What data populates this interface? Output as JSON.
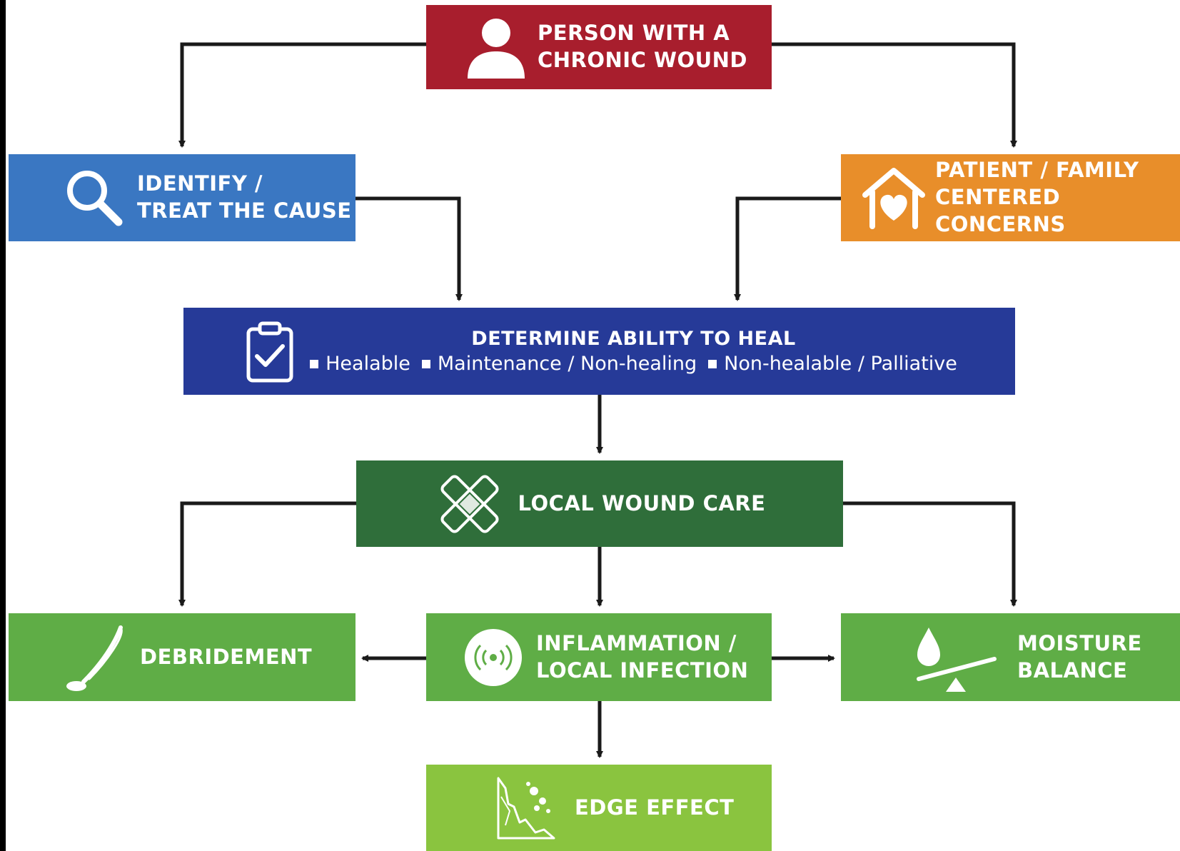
{
  "colors": {
    "person": "#a81e2d",
    "identify": "#3a77c2",
    "patient": "#e88e2a",
    "determine": "#263a98",
    "local_wound_care": "#2f6e3a",
    "green_box": "#5fad46",
    "edge_effect": "#8ac43f",
    "arrow": "#1a1a1a"
  },
  "icons": {
    "person": "person-icon",
    "identify": "magnifier-icon",
    "patient": "house-heart-icon",
    "determine": "clipboard-check-icon",
    "local_wound_care": "bandage-icon",
    "debridement": "brush-icon",
    "inflammation": "infection-signal-icon",
    "moisture": "drop-balance-icon",
    "edge_effect": "rock-edge-icon"
  },
  "nodes": {
    "person": {
      "line1": "PERSON WITH A",
      "line2": "CHRONIC WOUND"
    },
    "identify": {
      "line1": "IDENTIFY /",
      "line2": "TREAT THE CAUSE"
    },
    "patient": {
      "line1": "PATIENT / FAMILY",
      "line2": "CENTERED CONCERNS"
    },
    "determine": {
      "title": "DETERMINE ABILITY TO HEAL",
      "options": [
        "Healable",
        "Maintenance / Non-healing",
        "Non-healable / Palliative"
      ]
    },
    "local_wound_care": {
      "label": "LOCAL WOUND CARE"
    },
    "debridement": {
      "label": "DEBRIDEMENT"
    },
    "inflammation": {
      "line1": "INFLAMMATION /",
      "line2": "LOCAL INFECTION"
    },
    "moisture": {
      "line1": "MOISTURE",
      "line2": "BALANCE"
    },
    "edge_effect": {
      "label": "EDGE EFFECT"
    }
  }
}
